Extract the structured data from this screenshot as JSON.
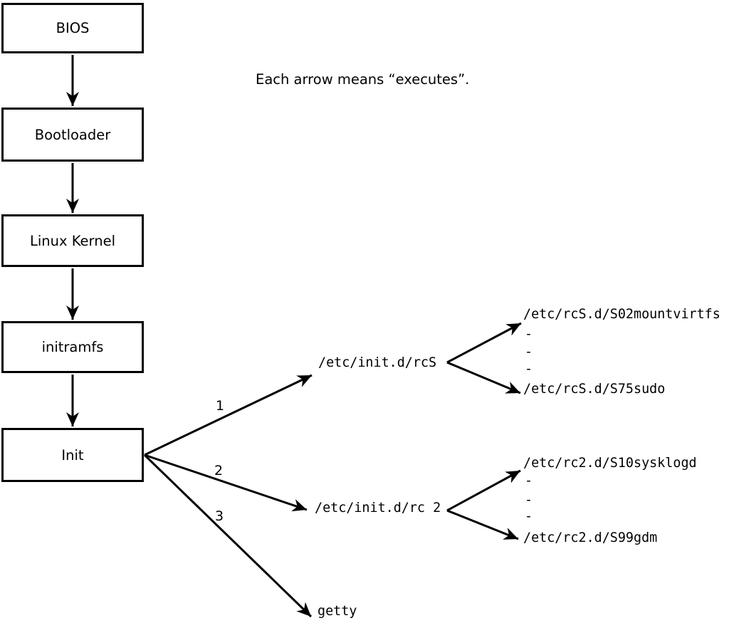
{
  "note": {
    "text": "Each arrow means “executes”."
  },
  "boxes": [
    {
      "label": "BIOS"
    },
    {
      "label": "Bootloader"
    },
    {
      "label": "Linux Kernel"
    },
    {
      "label": "initramfs"
    },
    {
      "label": "Init"
    }
  ],
  "arrow_numbers": {
    "first": "1",
    "second": "2",
    "third": "3"
  },
  "scripts": {
    "rcs": "/etc/init.d/rcS",
    "rc2": "/etc/init.d/rc 2",
    "getty": "getty"
  },
  "files": {
    "rcs_first": "/etc/rcS.d/S02mountvirtfs",
    "rcs_last": "/etc/rcS.d/S75sudo",
    "rc2_first": "/etc/rc2.d/S10sysklogd",
    "rc2_last": "/etc/rc2.d/S99gdm"
  },
  "dash": "-",
  "colors": {
    "ink": "#000000",
    "background": "#ffffff"
  }
}
